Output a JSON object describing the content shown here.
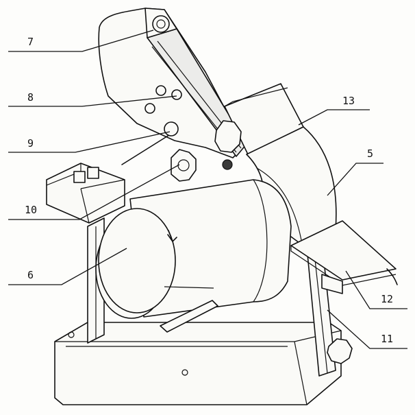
{
  "diagram": {
    "callouts": [
      "7",
      "8",
      "9",
      "10",
      "6",
      "13",
      "5",
      "12",
      "11"
    ]
  }
}
